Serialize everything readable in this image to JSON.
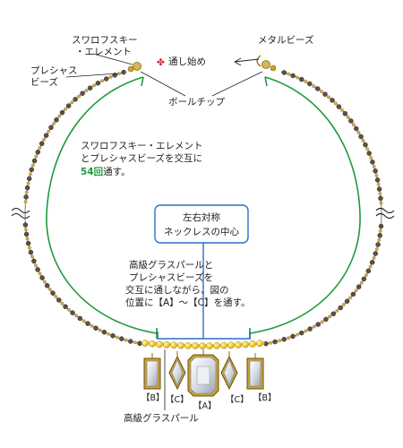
{
  "labels": {
    "swarovski_element": [
      "スワロフスキー",
      "・エレメント"
    ],
    "precious_beads": [
      "プレシャス",
      "ビーズ"
    ],
    "start_mark": "✤",
    "start_text": "通し始め",
    "metal_beads": "メタルビーズ",
    "ball_chip": "ボールチップ",
    "instruction_1": {
      "line1": "スワロフスキー・エレメント",
      "line2": "とプレシャスビーズを交互に",
      "count": "54回",
      "line3_rest": "通す。"
    },
    "center_box": [
      "左右対称",
      "ネックレスの中心"
    ],
    "instruction_2": [
      "高級グラスパールと",
      "プレシャスビーズを",
      "交互に通しながら、図の",
      "位置に【A】～【C】を通す。"
    ],
    "pendant_labels": {
      "b": "【B】",
      "c": "【C】",
      "a": "【A】"
    },
    "glass_pearl": "高級グラスパール"
  },
  "colors": {
    "green_line": "#1f9a3a",
    "blue_line": "#2b6fc4",
    "bead_dark": "#5a5149",
    "bead_gold": "#c9a13a",
    "pearl": "#f2d23a",
    "start_red": "#d0202a"
  }
}
